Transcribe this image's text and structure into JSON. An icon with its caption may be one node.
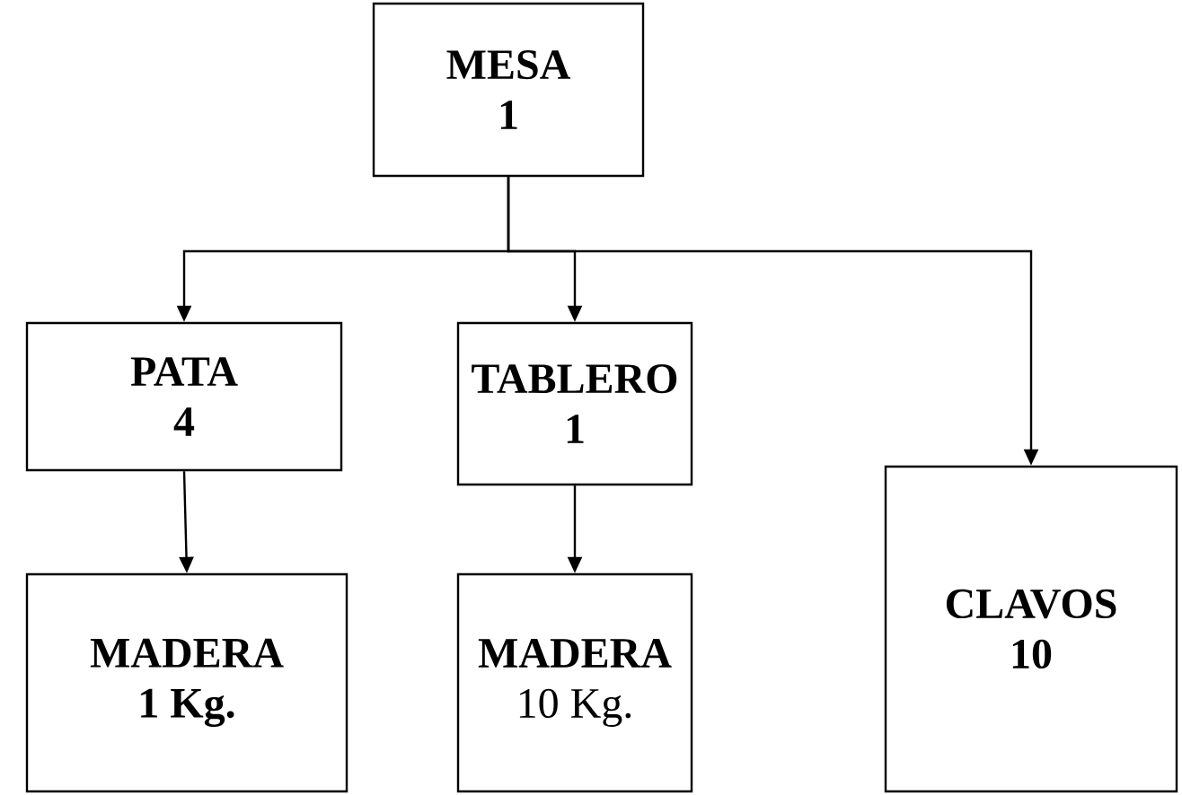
{
  "diagram": {
    "nodes": [
      {
        "text": [
          "MESA",
          "1"
        ]
      },
      {
        "text": [
          "PATA",
          "4"
        ]
      },
      {
        "text": [
          "TABLERO",
          "1"
        ]
      },
      {
        "text": [
          "MADERA",
          "1 Kg."
        ]
      },
      {
        "text": [
          "MADERA",
          "10 Kg."
        ]
      },
      {
        "text": [
          "CLAVOS",
          "10"
        ]
      }
    ],
    "edges": [
      {
        "from": 0,
        "to": 1,
        "arrow": "to"
      },
      {
        "from": 0,
        "to": 2,
        "arrow": "to"
      },
      {
        "from": 0,
        "to": 5,
        "arrow": "to"
      },
      {
        "from": 1,
        "to": 3,
        "arrow": "to"
      },
      {
        "from": 2,
        "to": 4,
        "arrow": "to"
      }
    ]
  }
}
